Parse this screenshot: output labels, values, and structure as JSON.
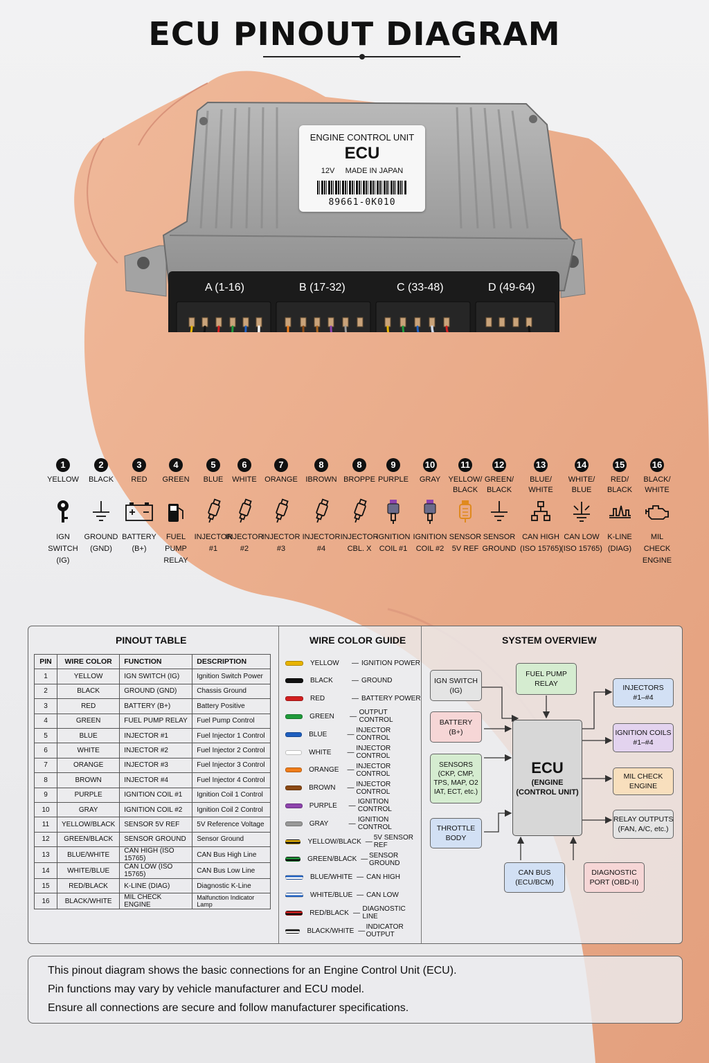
{
  "title": "ECU PINOUT DIAGRAM",
  "ecu_label": {
    "line1": "ENGINE CONTROL UNIT",
    "line2": "ECU",
    "line3": "12V     MADE IN JAPAN",
    "part_number": "89661-0K010"
  },
  "connectors": [
    "A (1-16)",
    "B (17-32)",
    "C (33-48)",
    "D (49-64)"
  ],
  "pins": [
    {
      "num": "1",
      "color": "YELLOW",
      "icon": "key-icon",
      "func": "IGN\nSWITCH\n(IG)",
      "hex": "#e8b400"
    },
    {
      "num": "2",
      "color": "BLACK",
      "icon": "ground-icon",
      "func": "GROUND\n(GND)",
      "hex": "#111111"
    },
    {
      "num": "3",
      "color": "RED",
      "icon": "battery-icon",
      "func": "BATTERY\n(B+)",
      "hex": "#d21f1f"
    },
    {
      "num": "4",
      "color": "GREEN",
      "icon": "fuel-pump-icon",
      "func": "FUEL PUMP\nRELAY",
      "hex": "#1f9a3a"
    },
    {
      "num": "5",
      "color": "BLUE",
      "icon": "injector-icon",
      "func": "INJECTOR\n#1",
      "hex": "#1f5fbf"
    },
    {
      "num": "6",
      "color": "WHITE",
      "icon": "injector-icon",
      "func": "INJECTOR\n#2",
      "hex": "#f4f4f4"
    },
    {
      "num": "7",
      "color": "ORANGE",
      "icon": "injector-icon",
      "func": "INJECTOR\n#3",
      "hex": "#f07d1a"
    },
    {
      "num": "8",
      "color": "IBROWN",
      "icon": "injector-icon",
      "func": "INJECTOR\n#4",
      "hex": "#8b4a14"
    },
    {
      "num": "8",
      "color": "BROPPE",
      "icon": "injector-icon",
      "func": "INJECTOR\nCBL. X",
      "hex": "#a8621c"
    },
    {
      "num": "9",
      "color": "PURPLE",
      "icon": "ignition-coil-icon",
      "func": "IGNITION\nCOIL #1",
      "hex": "#8e44ad"
    },
    {
      "num": "10",
      "color": "GRAY",
      "icon": "ignition-coil-icon",
      "func": "IGNITION\nCOIL #2",
      "hex": "#999999"
    },
    {
      "num": "11",
      "color": "YELLOW/\nBLACK",
      "icon": "sensor-icon",
      "func": "SENSOR\n5V REF",
      "hex": "#e8b400"
    },
    {
      "num": "12",
      "color": "GREEN/\nBLACK",
      "icon": "ground-icon",
      "func": "SENSOR\nGROUND",
      "hex": "#1f9a3a"
    },
    {
      "num": "13",
      "color": "BLUE/\nWHITE",
      "icon": "network-icon",
      "func": "CAN HIGH\n(ISO 15765)",
      "hex": "#1f5fbf"
    },
    {
      "num": "14",
      "color": "WHITE/\nBLUE",
      "icon": "ground-signal-icon",
      "func": "CAN LOW\n(ISO 15765)",
      "hex": "#cfd8e8"
    },
    {
      "num": "15",
      "color": "RED/\nBLACK",
      "icon": "k-line-icon",
      "func": "K-LINE\n(DIAG)",
      "hex": "#d21f1f"
    },
    {
      "num": "16",
      "color": "BLACK/\nWHITE",
      "icon": "engine-icon",
      "func": "MIL\nCHECK\nENGINE",
      "hex": "#111111"
    }
  ],
  "pinout_table": {
    "title": "PINOUT TABLE",
    "headers": [
      "PIN",
      "WIRE COLOR",
      "FUNCTION",
      "DESCRIPTION"
    ],
    "rows": [
      [
        "1",
        "YELLOW",
        "IGN SWITCH (IG)",
        "Ignition Switch Power"
      ],
      [
        "2",
        "BLACK",
        "GROUND (GND)",
        "Chassis Ground"
      ],
      [
        "3",
        "RED",
        "BATTERY (B+)",
        "Battery Positive"
      ],
      [
        "4",
        "GREEN",
        "FUEL PUMP RELAY",
        "Fuel Pump Control"
      ],
      [
        "5",
        "BLUE",
        "INJECTOR #1",
        "Fuel Injector 1 Control"
      ],
      [
        "6",
        "WHITE",
        "INJECTOR #2",
        "Fuel Injector 2 Control"
      ],
      [
        "7",
        "ORANGE",
        "INJECTOR #3",
        "Fuel Injector 3 Control"
      ],
      [
        "8",
        "BROWN",
        "INJECTOR #4",
        "Fuel Injector 4 Control"
      ],
      [
        "9",
        "PURPLE",
        "IGNITION COIL #1",
        "Ignition Coil 1 Control"
      ],
      [
        "10",
        "GRAY",
        "IGNITION COIL #2",
        "Ignition Coil 2 Control"
      ],
      [
        "11",
        "YELLOW/BLACK",
        "SENSOR 5V REF",
        "5V Reference Voltage"
      ],
      [
        "12",
        "GREEN/BLACK",
        "SENSOR GROUND",
        "Sensor Ground"
      ],
      [
        "13",
        "BLUE/WHITE",
        "CAN HIGH (ISO 15765)",
        "CAN Bus High Line"
      ],
      [
        "14",
        "WHITE/BLUE",
        "CAN LOW (ISO 15765)",
        "CAN Bus Low Line"
      ],
      [
        "15",
        "RED/BLACK",
        "K-LINE (DIAG)",
        "Diagnostic K-Line"
      ],
      [
        "16",
        "BLACK/WHITE",
        "MIL CHECK ENGINE",
        "Malfunction Indicator Lamp"
      ]
    ]
  },
  "wire_guide": {
    "title": "WIRE COLOR GUIDE",
    "items": [
      {
        "name": "YELLOW",
        "desc": "IGNITION POWER",
        "hex": "#e8b400",
        "stripe": ""
      },
      {
        "name": "BLACK",
        "desc": "GROUND",
        "hex": "#111111",
        "stripe": ""
      },
      {
        "name": "RED",
        "desc": "BATTERY POWER",
        "hex": "#d21f1f",
        "stripe": ""
      },
      {
        "name": "GREEN",
        "desc": "OUTPUT CONTROL",
        "hex": "#1f9a3a",
        "stripe": ""
      },
      {
        "name": "BLUE",
        "desc": "INJECTOR CONTROL",
        "hex": "#1f5fbf",
        "stripe": ""
      },
      {
        "name": "WHITE",
        "desc": "INJECTOR CONTROL",
        "hex": "#ffffff",
        "stripe": ""
      },
      {
        "name": "ORANGE",
        "desc": "INJECTOR CONTROL",
        "hex": "#f07d1a",
        "stripe": ""
      },
      {
        "name": "BROWN",
        "desc": "INJECTOR CONTROL",
        "hex": "#8b4a14",
        "stripe": ""
      },
      {
        "name": "PURPLE",
        "desc": "IGNITION CONTROL",
        "hex": "#8e44ad",
        "stripe": ""
      },
      {
        "name": "GRAY",
        "desc": "IGNITION CONTROL",
        "hex": "#999999",
        "stripe": ""
      },
      {
        "name": "YELLOW/BLACK",
        "desc": "5V SENSOR REF",
        "hex": "#e8b400",
        "stripe": "#111111"
      },
      {
        "name": "GREEN/BLACK",
        "desc": "SENSOR GROUND",
        "hex": "#1f9a3a",
        "stripe": "#111111"
      },
      {
        "name": "BLUE/WHITE",
        "desc": "CAN HIGH",
        "hex": "#1f5fbf",
        "stripe": "#ffffff"
      },
      {
        "name": "WHITE/BLUE",
        "desc": "CAN LOW",
        "hex": "#ffffff",
        "stripe": "#1f5fbf"
      },
      {
        "name": "RED/BLACK",
        "desc": "DIAGNOSTIC LINE",
        "hex": "#d21f1f",
        "stripe": "#111111"
      },
      {
        "name": "BLACK/WHITE",
        "desc": "INDICATOR OUTPUT",
        "hex": "#111111",
        "stripe": "#ffffff"
      }
    ]
  },
  "system_overview": {
    "title": "SYSTEM OVERVIEW",
    "ecu_title": "ECU",
    "ecu_sub": "(ENGINE\n(CONTROL UNIT)",
    "nodes": {
      "ign": "IGN SWITCH\n(IG)",
      "fuel": "FUEL PUMP\nRELAY",
      "battery": "BATTERY\n(B+)",
      "sensors": "SENSORS\n(CKP, CMP,\nTPS, MAP, O2\nIAT, ECT, etc.)",
      "throttle": "THROTTLE\nBODY",
      "canbus": "CAN BUS\n(ECU/BCM)",
      "diag": "DIAGNOSTIC\nPORT (OBD-II)",
      "injectors": "INJECTORS\n#1–#4",
      "coils": "IGNITION COILS\n#1–#4",
      "mil": "MIL CHECK\nENGINE",
      "relay": "RELAY OUTPUTS\n(FAN, A/C, etc.)"
    },
    "colors": {
      "gray": "#e4e4e4",
      "green": "#d5ecd0",
      "red": "#f6d6d6",
      "blue": "#d2e0f4",
      "purple": "#e3d3ef",
      "orange": "#f8dfbd"
    }
  },
  "notes": [
    "This pinout diagram shows the basic connections for an Engine Control Unit (ECU).",
    "Pin functions may vary by vehicle manufacturer and ECU model.",
    "Ensure all connections are secure and follow manufacturer specifications."
  ]
}
